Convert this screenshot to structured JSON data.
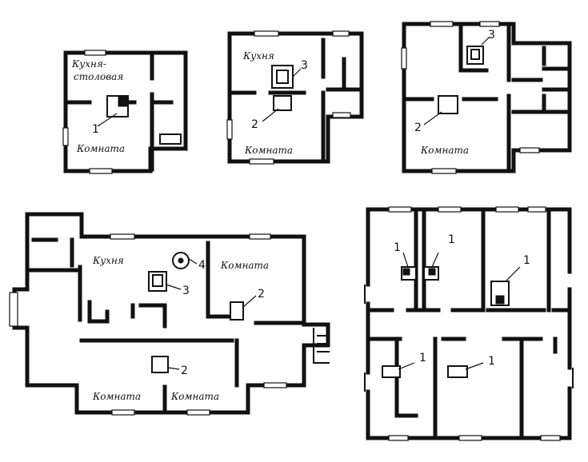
{
  "plans": [
    {
      "labels": [
        "Кухня-",
        "столовая",
        "Комната"
      ],
      "markers": [
        "1"
      ]
    },
    {
      "labels": [
        "Кухня",
        "Комната"
      ],
      "markers": [
        "3",
        "2"
      ]
    },
    {
      "labels": [
        "Комната"
      ],
      "markers": [
        "3",
        "2"
      ]
    },
    {
      "labels": [
        "Кухня",
        "Комната",
        "Комната",
        "Комната"
      ],
      "markers": [
        "4",
        "3",
        "2",
        "2"
      ]
    },
    {
      "labels": [],
      "markers": [
        "1",
        "1",
        "1",
        "1",
        "1"
      ]
    }
  ]
}
